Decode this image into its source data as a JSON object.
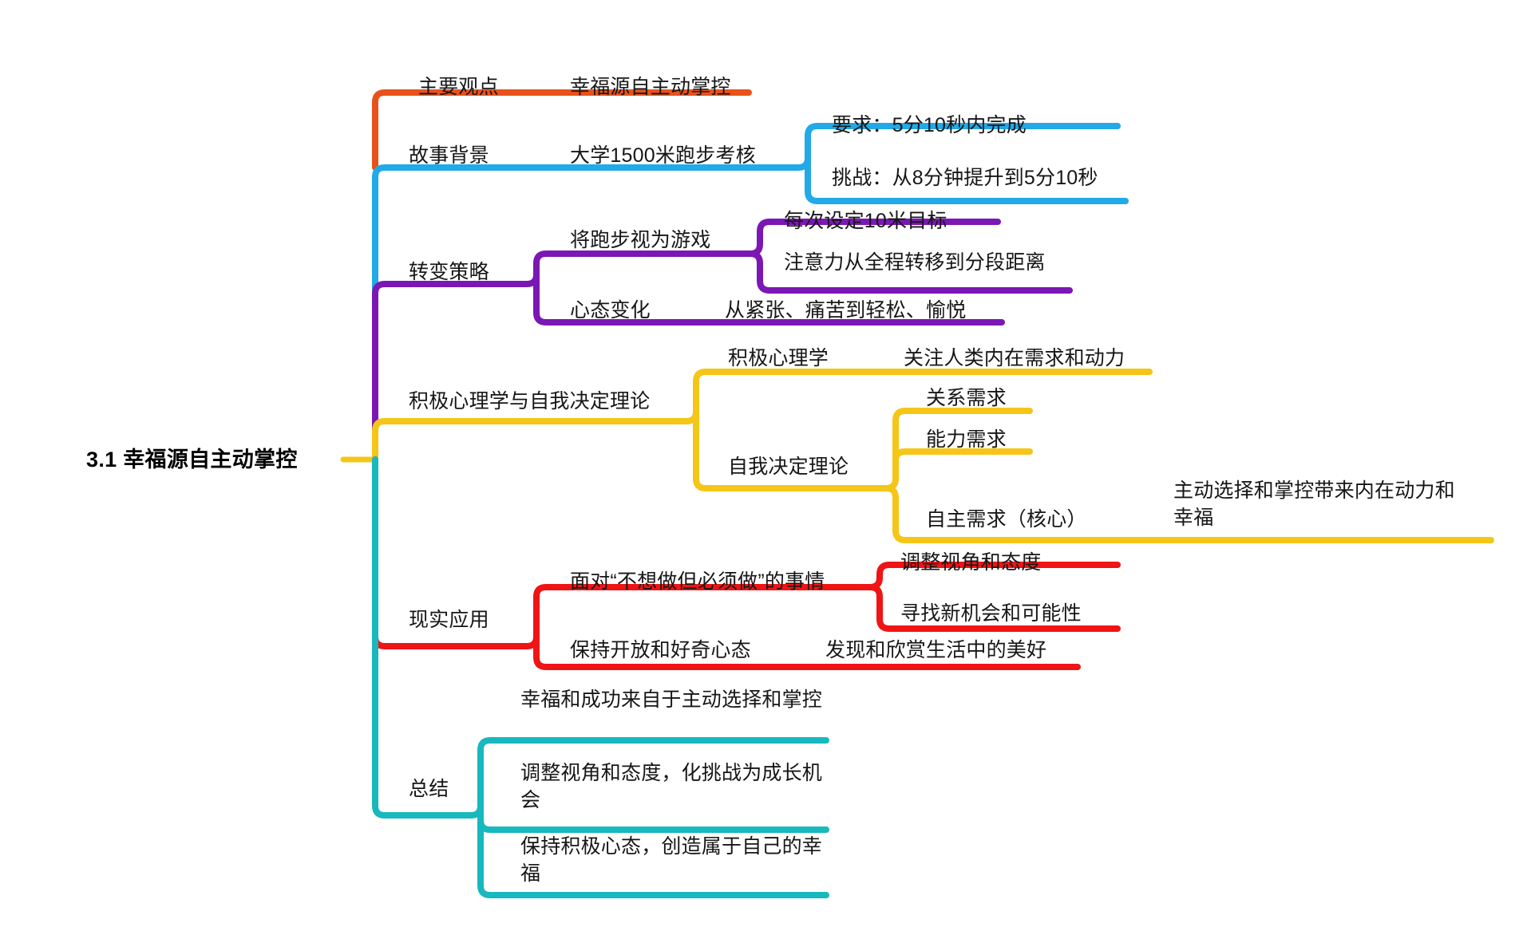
{
  "diagram": {
    "type": "mindmap",
    "orientation": "left-to-right",
    "background": "#ffffff",
    "root": {
      "label": "3.1 幸福源自主动掌控",
      "connector_color": "#F5C518"
    },
    "branch_colors": {
      "main_point": "#E8521A",
      "story_background": "#21A9E8",
      "transform_strategy": "#7B17B5",
      "psychology_theory": "#F5C518",
      "real_application": "#F01414",
      "summary": "#17B8BE"
    },
    "branches": [
      {
        "id": "main-point",
        "label": "主要观点",
        "color": "#E8521A",
        "children": [
          {
            "label": "幸福源自主动掌控",
            "children": []
          }
        ]
      },
      {
        "id": "story-background",
        "label": "故事背景",
        "color": "#21A9E8",
        "children": [
          {
            "label": "大学1500米跑步考核",
            "children": [
              {
                "label": "要求：5分10秒内完成"
              },
              {
                "label": "挑战：从8分钟提升到5分10秒"
              }
            ]
          }
        ]
      },
      {
        "id": "transform-strategy",
        "label": "转变策略",
        "color": "#7B17B5",
        "children": [
          {
            "label": "将跑步视为游戏",
            "children": [
              {
                "label": "每次设定10米目标"
              },
              {
                "label": "注意力从全程转移到分段距离"
              }
            ]
          },
          {
            "label": "心态变化",
            "children": [
              {
                "label": "从紧张、痛苦到轻松、愉悦"
              }
            ]
          }
        ]
      },
      {
        "id": "psychology-theory",
        "label": "积极心理学与自我决定理论",
        "color": "#F5C518",
        "children": [
          {
            "label": "积极心理学",
            "children": [
              {
                "label": "关注人类内在需求和动力"
              }
            ]
          },
          {
            "label": "自我决定理论",
            "children": [
              {
                "label": "关系需求"
              },
              {
                "label": "能力需求"
              },
              {
                "label": "自主需求（核心）",
                "children": [
                  {
                    "label": "主动选择和掌控带来内在动力和幸福"
                  }
                ]
              }
            ]
          }
        ]
      },
      {
        "id": "real-application",
        "label": "现实应用",
        "color": "#F01414",
        "children": [
          {
            "label": "面对“不想做但必须做”的事情",
            "children": [
              {
                "label": "调整视角和态度"
              },
              {
                "label": "寻找新机会和可能性"
              }
            ]
          },
          {
            "label": "保持开放和好奇心态",
            "children": [
              {
                "label": "发现和欣赏生活中的美好"
              }
            ]
          }
        ]
      },
      {
        "id": "summary",
        "label": "总结",
        "color": "#17B8BE",
        "children": [
          {
            "label": "幸福和成功来自于主动选择和掌控"
          },
          {
            "label": "调整视角和态度，化挑战为成长机会"
          },
          {
            "label": "保持积极心态，创造属于自己的幸福"
          }
        ]
      }
    ]
  },
  "labels": {
    "root": "3.1 幸福源自主动掌控",
    "l1_main_point": "主要观点",
    "l2_main_point": "幸福源自主动掌控",
    "l1_story": "故事背景",
    "l2_story": "大学1500米跑步考核",
    "l3_story_req": "要求：5分10秒内完成",
    "l3_story_challenge": "挑战：从8分钟提升到5分10秒",
    "l1_strategy": "转变策略",
    "l2_strategy_game": "将跑步视为游戏",
    "l3_strategy_goal": "每次设定10米目标",
    "l3_strategy_focus": "注意力从全程转移到分段距离",
    "l2_strategy_mindset": "心态变化",
    "l3_strategy_mindset": "从紧张、痛苦到轻松、愉悦",
    "l1_theory": "积极心理学与自我决定理论",
    "l2_positive_psych": "积极心理学",
    "l3_positive_psych": "关注人类内在需求和动力",
    "l2_sdt": "自我决定理论",
    "l3_sdt_relation": "关系需求",
    "l3_sdt_competence": "能力需求",
    "l3_sdt_autonomy": "自主需求（核心）",
    "l4_sdt_autonomy": "主动选择和掌控带来内在动力和幸福",
    "l1_application": "现实应用",
    "l2_app_must": "面对“不想做但必须做”的事情",
    "l3_app_perspective": "调整视角和态度",
    "l3_app_opportunity": "寻找新机会和可能性",
    "l2_app_open": "保持开放和好奇心态",
    "l3_app_discover": "发现和欣赏生活中的美好",
    "l1_summary": "总结",
    "l2_sum_1": "幸福和成功来自于主动选择和掌控",
    "l2_sum_2": "调整视角和态度，化挑战为成长机会",
    "l2_sum_3": "保持积极心态，创造属于自己的幸福"
  }
}
